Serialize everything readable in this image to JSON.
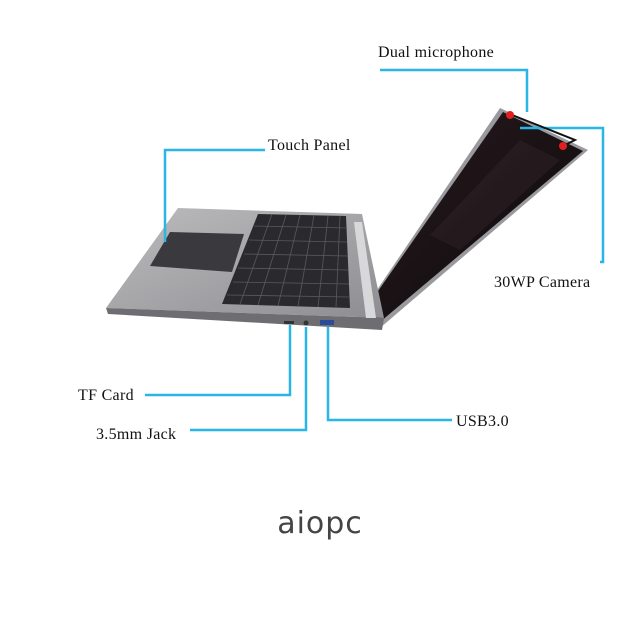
{
  "labels": {
    "dual_microphone": "Dual microphone",
    "touch_panel": "Touch Panel",
    "camera": "30WP Camera",
    "tf_card": "TF Card",
    "jack": "3.5mm Jack",
    "usb": "USB3.0"
  },
  "brand": "aiopc",
  "colors": {
    "callout_line": "#29b6e6",
    "mic_marker": "#e02020",
    "chassis": "#a4a4a6",
    "screen": "#1a1416",
    "keys": "#1e1e20"
  }
}
